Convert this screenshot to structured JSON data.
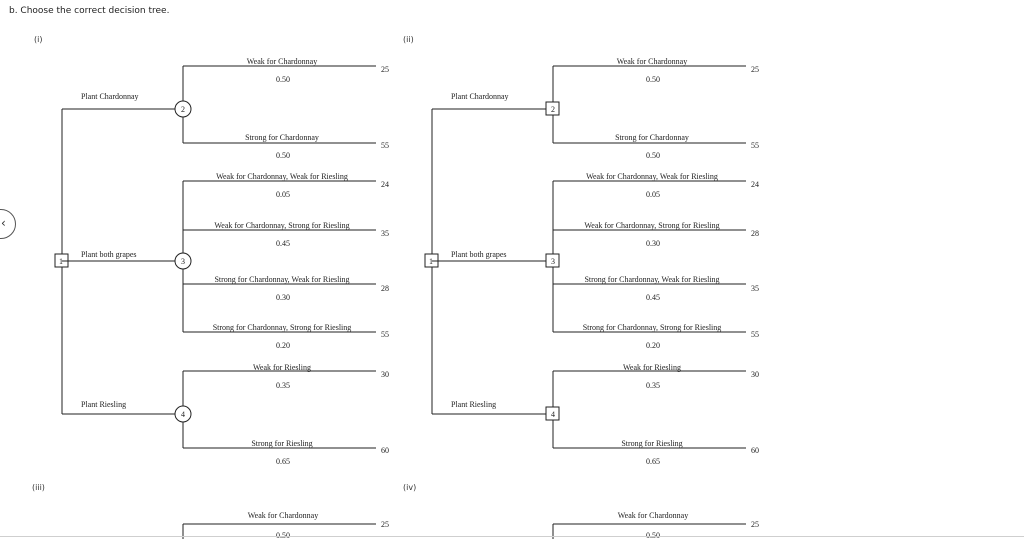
{
  "question": "b. Choose the correct decision tree.",
  "panel_labels": [
    "(i)",
    "(ii)",
    "(iii)",
    "(iv)"
  ],
  "trees": [
    {
      "decision_node": "1",
      "chance_nodes": [
        "2",
        "3",
        "4"
      ],
      "branches": [
        {
          "label": "Plant Chardonnay",
          "outcomes": [
            {
              "event": "Weak for Chardonnay",
              "prob": "0.50",
              "payoff": "25"
            },
            {
              "event": "Strong for Chardonnay",
              "prob": "0.50",
              "payoff": "55"
            }
          ]
        },
        {
          "label": "Plant both grapes",
          "outcomes": [
            {
              "event": "Weak for Chardonnay, Weak for Riesling",
              "prob": "0.05",
              "payoff": "24"
            },
            {
              "event": "Weak for Chardonnay, Strong for Riesling",
              "prob": "0.45",
              "payoff": "35"
            },
            {
              "event": "Strong for Chardonnay, Weak for Riesling",
              "prob": "0.30",
              "payoff": "28"
            },
            {
              "event": "Strong for Chardonnay, Strong for Riesling",
              "prob": "0.20",
              "payoff": "55"
            }
          ]
        },
        {
          "label": "Plant Riesling",
          "outcomes": [
            {
              "event": "Weak for Riesling",
              "prob": "0.35",
              "payoff": "30"
            },
            {
              "event": "Strong for Riesling",
              "prob": "0.65",
              "payoff": "60"
            }
          ]
        }
      ]
    },
    {
      "decision_node": "1",
      "chance_nodes": [
        "2",
        "3",
        "4"
      ],
      "branches": [
        {
          "label": "Plant Chardonnay",
          "outcomes": [
            {
              "event": "Weak for Chardonnay",
              "prob": "0.50",
              "payoff": "25"
            },
            {
              "event": "Strong for Chardonnay",
              "prob": "0.50",
              "payoff": "55"
            }
          ]
        },
        {
          "label": "Plant both grapes",
          "outcomes": [
            {
              "event": "Weak for Chardonnay, Weak for Riesling",
              "prob": "0.05",
              "payoff": "24"
            },
            {
              "event": "Weak for Chardonnay, Strong for Riesling",
              "prob": "0.30",
              "payoff": "28"
            },
            {
              "event": "Strong for Chardonnay, Weak for Riesling",
              "prob": "0.45",
              "payoff": "35"
            },
            {
              "event": "Strong for Chardonnay, Strong for Riesling",
              "prob": "0.20",
              "payoff": "55"
            }
          ]
        },
        {
          "label": "Plant Riesling",
          "outcomes": [
            {
              "event": "Weak for Riesling",
              "prob": "0.35",
              "payoff": "30"
            },
            {
              "event": "Strong for Riesling",
              "prob": "0.65",
              "payoff": "60"
            }
          ]
        }
      ]
    }
  ],
  "partial_trees": [
    {
      "event": "Weak for Chardonnay",
      "prob": "0.50",
      "payoff": "25"
    },
    {
      "event": "Weak for Chardonnay",
      "prob": "0.50",
      "payoff": "25"
    }
  ]
}
